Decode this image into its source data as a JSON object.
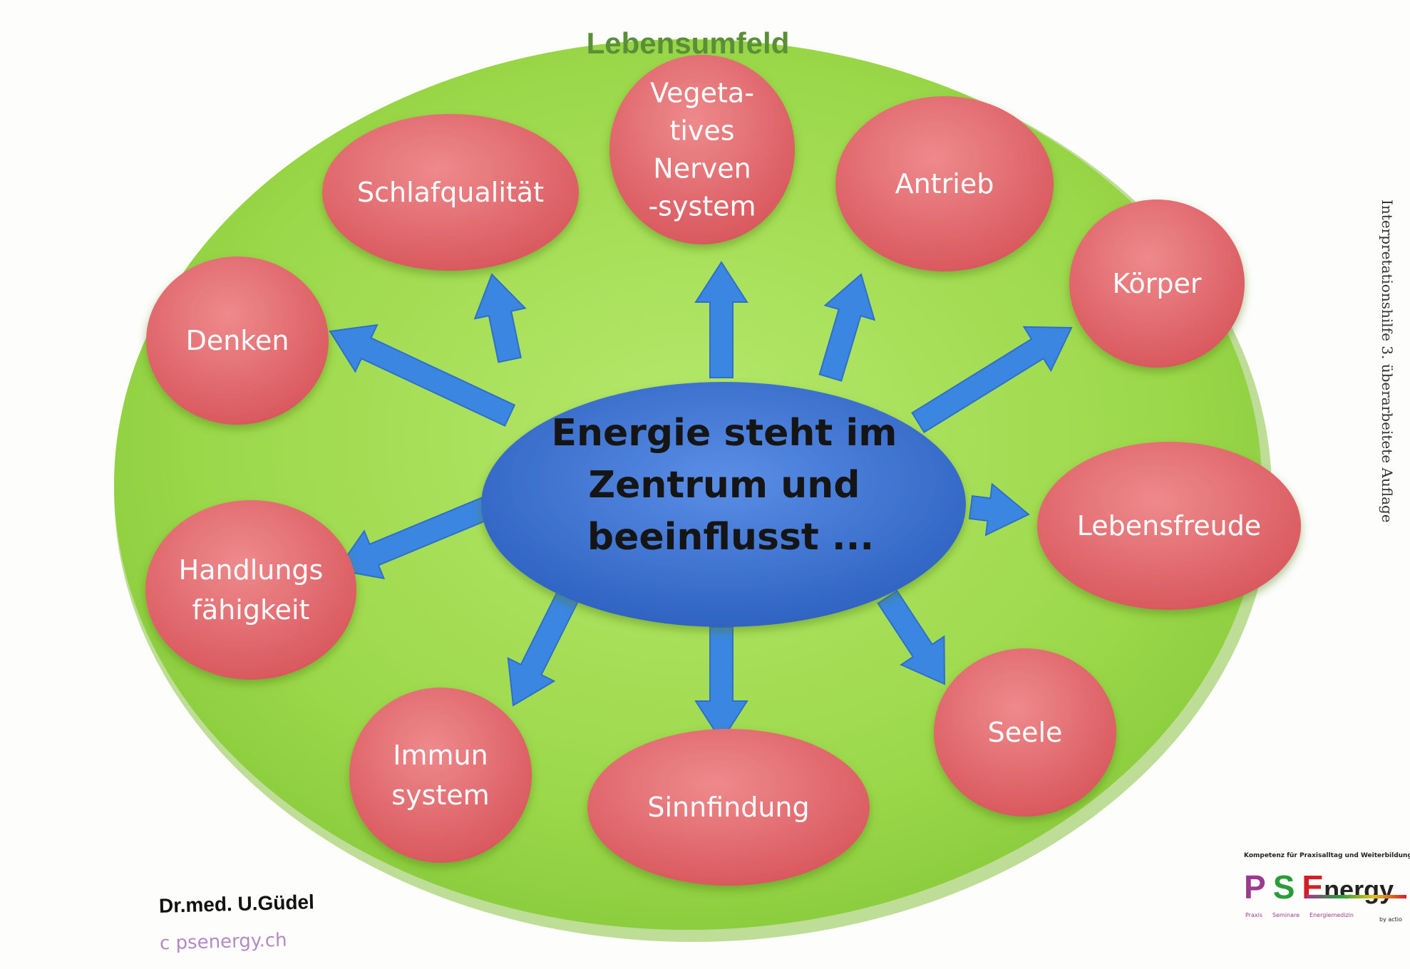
{
  "environment_label": "Lebensumfeld",
  "center_lines": [
    "Energie steht im",
    "Zentrum und",
    "beeinflusst ..."
  ],
  "factors": [
    {
      "id": "schlafqualitaet",
      "lines": [
        "Schlafqualität"
      ]
    },
    {
      "id": "vegetatives-nervensystem",
      "lines": [
        "Vegeta-",
        "tives",
        "Nerven",
        "-system"
      ]
    },
    {
      "id": "antrieb",
      "lines": [
        "Antrieb"
      ]
    },
    {
      "id": "koerper",
      "lines": [
        "Körper"
      ]
    },
    {
      "id": "lebensfreude",
      "lines": [
        "Lebensfreude"
      ]
    },
    {
      "id": "seele",
      "lines": [
        "Seele"
      ]
    },
    {
      "id": "sinnfindung",
      "lines": [
        "Sinnfindung"
      ]
    },
    {
      "id": "immunsystem",
      "lines": [
        "Immun",
        "system"
      ]
    },
    {
      "id": "handlungsfaehigkeit",
      "lines": [
        "Handlungs",
        "fähigkeit"
      ]
    },
    {
      "id": "denken",
      "lines": [
        "Denken"
      ]
    }
  ],
  "author": "Dr.med. U.Güdel",
  "copyright": "c psenergy.ch",
  "side_note": "Interpretationshilfe 3. überarbeitete Auflage",
  "logo": {
    "tagline": "Kompetenz für Praxisalltag und Weiterbildung",
    "letter_p": "P",
    "letter_s": "S",
    "letter_e": "E",
    "word_rest": "nergy",
    "sub_praxis": "Praxis",
    "sub_seminare": "Seminare",
    "sub_energiemedizin": "Energiemedizin",
    "by": "by actio"
  },
  "colors": {
    "environment": "#9bd84a",
    "center": "#3d74d4",
    "bubble": "#e36b6f",
    "arrow": "#3b86e0"
  }
}
